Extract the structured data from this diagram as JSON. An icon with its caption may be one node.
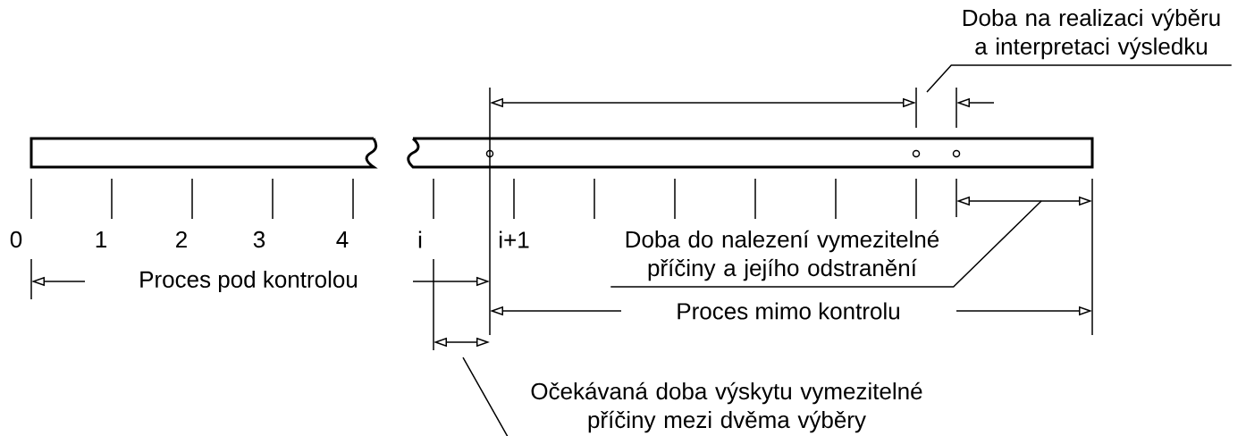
{
  "diagram": {
    "nodes": [
      {
        "text": [
          "Doba na realizaci výběru a interpretaci výsledku"
        ]
      },
      {
        "text": [
          "Doba do nalezení vymezitelné příčiny a jejího odstranění"
        ]
      },
      {
        "text": [
          "Očekávaná doba výskytu vymezitelné příčiny mezi dvěma výběry"
        ]
      }
    ],
    "edges": [
      {
        "from": 0,
        "to": null,
        "arrow": "none"
      },
      {
        "from": 1,
        "to": null,
        "arrow": "none"
      },
      {
        "from": 2,
        "to": null,
        "arrow": "none"
      }
    ],
    "labels": [
      "0",
      "1",
      "2",
      "3",
      "4",
      "i",
      "i+1",
      "Proces pod kontrolou",
      "Proces mimo kontrolu"
    ]
  }
}
